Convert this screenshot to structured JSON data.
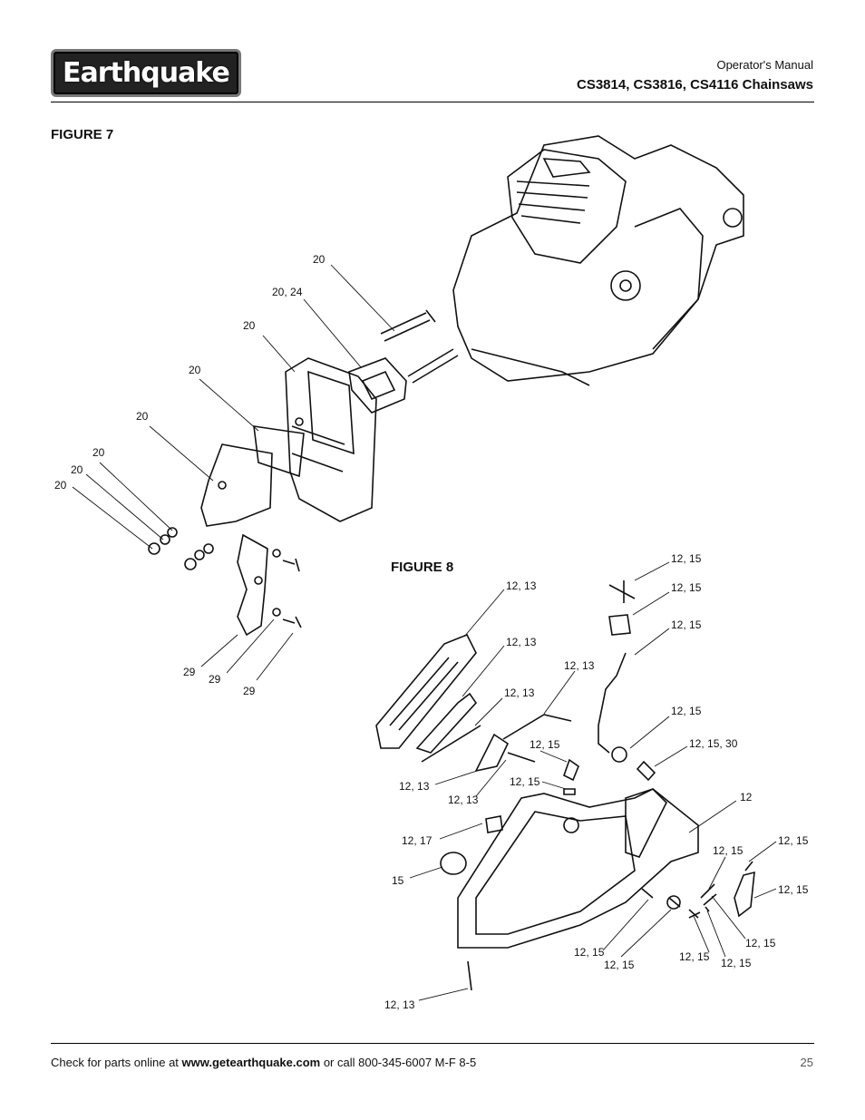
{
  "header": {
    "logo": "Earthquake",
    "subtitle": "Operator's Manual",
    "title": "CS3814, CS3816, CS4116 Chainsaws"
  },
  "figure7": {
    "title": "FIGURE 7",
    "labels": [
      "20",
      "20, 24",
      "20",
      "20",
      "20",
      "20",
      "20",
      "20",
      "29",
      "29",
      "29"
    ]
  },
  "figure8": {
    "title": "FIGURE 8",
    "labels": [
      "12, 15",
      "12, 15",
      "12, 13",
      "12, 15",
      "12, 13",
      "12, 13",
      "12, 13",
      "12, 15",
      "12, 15",
      "12, 15, 30",
      "12, 15",
      "12, 13",
      "12, 13",
      "12",
      "12, 17",
      "12, 15",
      "15",
      "12, 15",
      "12, 15",
      "12, 15",
      "12, 15",
      "12, 15",
      "12, 15",
      "12, 15",
      "12, 13"
    ]
  },
  "footer": {
    "prefix": "Check for parts online at ",
    "url": "www.getearthquake.com",
    "suffix": " or call 800-345-6007 M-F 8-5",
    "page": "25"
  }
}
